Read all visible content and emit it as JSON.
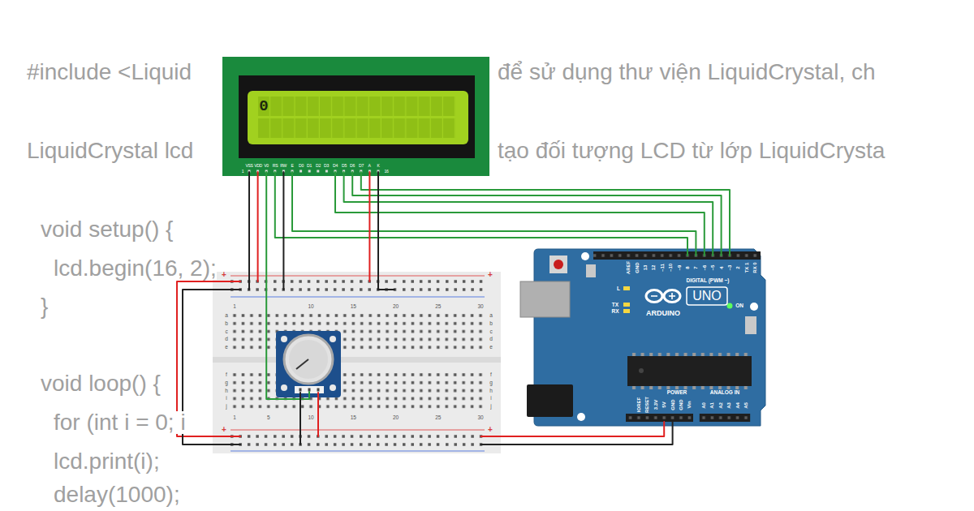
{
  "diagram": {
    "labels": [
      "#include <Liquid",
      "để sử dụng thư viện LiquidCrystal, ch",
      "LiquidCrystal lcd",
      "tạo đối tượng LCD từ lớp LiquidCrysta",
      "void setup() {",
      "lcd.begin(16, 2);",
      "}",
      "void loop() {",
      "for (int i = 0; i",
      "lcd.print(i);",
      "delay(1000);",
      "0",
      "VSS",
      "VDD",
      "V0",
      "RS",
      "RW",
      "E",
      "D0",
      "D1",
      "D2",
      "D3",
      "D4",
      "D5",
      "D6",
      "D7",
      "A",
      "K",
      "1",
      "16",
      "1",
      "10",
      "15",
      "20",
      "25",
      "30",
      "a",
      "b",
      "c",
      "d",
      "e",
      "f",
      "g",
      "h",
      "i",
      "j",
      "a",
      "b",
      "c",
      "d",
      "e",
      "f",
      "g",
      "h",
      "i",
      "j",
      "1",
      "5",
      "10",
      "15",
      "20",
      "25",
      "30",
      "+",
      "+",
      "+",
      "+",
      "AREF",
      "GND",
      "13",
      "12",
      "~11",
      "~10",
      "~9",
      "8",
      "7",
      "~6",
      "~5",
      "4",
      "~3",
      "2",
      "TX 1",
      "RX 0",
      "DIGITAL (PWM ~)",
      "L",
      "TX",
      "RX",
      "ARDUINO",
      "UNO",
      "ON",
      "IOREF",
      "RESET",
      "3.3V",
      "5V",
      "GND",
      "GND",
      "Vin",
      "POWER",
      "ANALOG IN",
      "A0",
      "A1",
      "A2",
      "A3",
      "A4",
      "A5"
    ]
  }
}
